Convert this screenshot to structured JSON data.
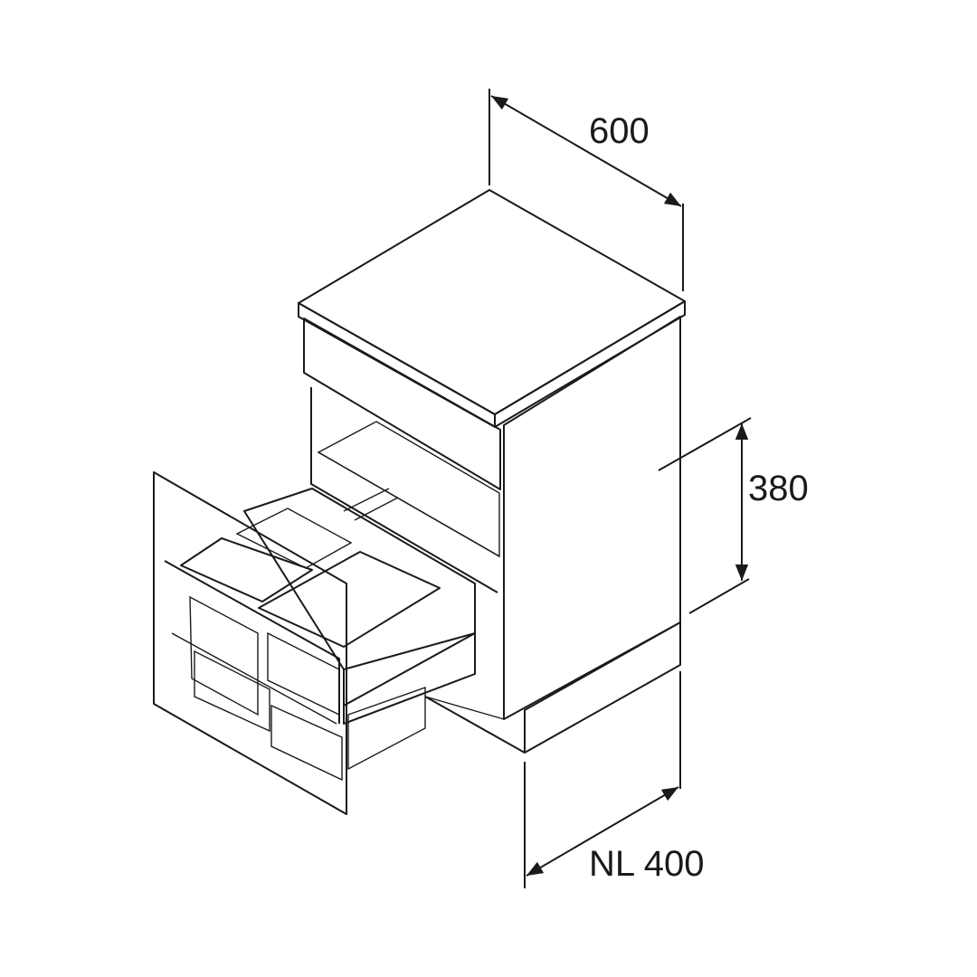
{
  "dimensions": {
    "width": "600",
    "height": "380",
    "nominal_length": "NL 400"
  },
  "colors": {
    "line": "#1a1a1a",
    "bin_light": "#c8cacc",
    "bin_dark": "#8a8c8e",
    "shelf": "#dcdddf"
  }
}
